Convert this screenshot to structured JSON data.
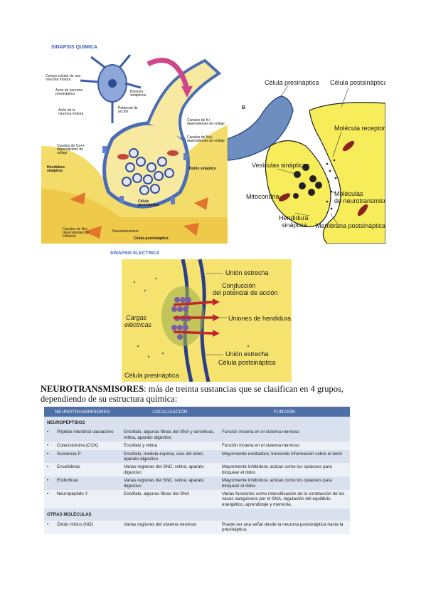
{
  "figure_quimica": {
    "title": "SINAPSIS QUIMICA",
    "labels": {
      "cuerpo": "Cuerpo celular de una neurona motora",
      "axon_pre": "Axón de neurona presináptica",
      "botones": "Botones sinápticos",
      "axon_motora": "Axón de la neurona motora",
      "potencial": "Potencial de acción",
      "canales_k": "Canales de K+ dependientes de voltaje",
      "canales_na_top": "Canales de Na+ dependientes de voltaje",
      "canales_ca": "Canales de Ca++ dependientes de voltaje",
      "hendidura": "Hendidura sináptica",
      "boton": "Botón sináptico",
      "celula_pre": "Célula presináptica",
      "canales_na_bottom": "Canales de Na+ dependientes de estímulo",
      "neurotransmisor": "Neurotransmisor",
      "celula_post": "Célula postsináptica"
    }
  },
  "figure_receptor": {
    "letter": "B",
    "labels": {
      "presinaptica": "Célula presináptica",
      "postsinaptica": "Célula postsináptica",
      "receptora": "Molécula receptora",
      "vesiculas": "Vesículas sinápticas",
      "mitocondria": "Mitocondria",
      "moleculas": "Moléculas",
      "de_nt": "de neurotransmisor",
      "hendidura_1": "Hendidura",
      "hendidura_2": "sináptica",
      "membrana": "Membrana postsináptica"
    }
  },
  "figure_electrica": {
    "title": "SINAPSIS ELECTRICA",
    "labels": {
      "union_top": "Unión estrecha",
      "conduccion_1": "Conducción",
      "conduccion_2": "del potencial de acción",
      "uniones": "Uniones de hendidura",
      "cargas_1": "Cargas",
      "cargas_2": "eléctricas",
      "union_bottom": "Unión estrecha",
      "post": "Célula postsináptica",
      "pre": "Célula presináptica"
    }
  },
  "intro": {
    "term": "NEUROTRANSMISORES",
    "text": ": más de treinta sustancias que se clasifican en 4 grupos, dependiendo de su estructura química:"
  },
  "table": {
    "headers": [
      "NEUROTRANSMISORES",
      "LOCALIZACIÓN",
      "FUNCIÓN"
    ],
    "section_1": "NEUROPÉPTIDOS",
    "rows_1": [
      {
        "name": "Péptido intestinal vasoactivo",
        "loc": "Encéfalo, algunas fibras del SNA y sensitivas, retina, aparato digestivo",
        "func": "Función incierta en el sistema nervioso"
      },
      {
        "name": "Colecistoinina (CCK)",
        "loc": "Encéfalo y retina",
        "func": "Función incierta en el sistema nervioso"
      },
      {
        "name": "Sustancia P",
        "loc": "Encéfalo, médula espinal, vías del dolor, aparato digestivo",
        "func": "Mayormente excitadora; transmite información sobre el dolor"
      },
      {
        "name": "Encefalinas",
        "loc": "Varias regiones del SNC; retina; aparato digestivo",
        "func": "Mayormente inhibidora; actúan como los opiáceos para bloquear el dolor."
      },
      {
        "name": "Endorfinas",
        "loc": "Varias regiones del SNC; retina; aparato digestivo",
        "func": "Mayormente inhibidora; actúan como los opiáceos para bloquear el dolor."
      },
      {
        "name": "Neuropéptido Y",
        "loc": "Encéfalo, algunas fibras del SNA",
        "func": "Varias funciones como intensificación de la contracción de los vasos sanguíneos por el SNA, regulación del equilibrio energético, aprendizaje y memoria."
      }
    ],
    "section_2": "OTRAS MOLÉCULAS",
    "rows_2": [
      {
        "name": "Óxido nítrico (NO)",
        "loc": "Varias regiones del sistema nervioso",
        "func": "Puede ser una señal desde la neurona postsináptica hasta la presináptica."
      }
    ]
  }
}
